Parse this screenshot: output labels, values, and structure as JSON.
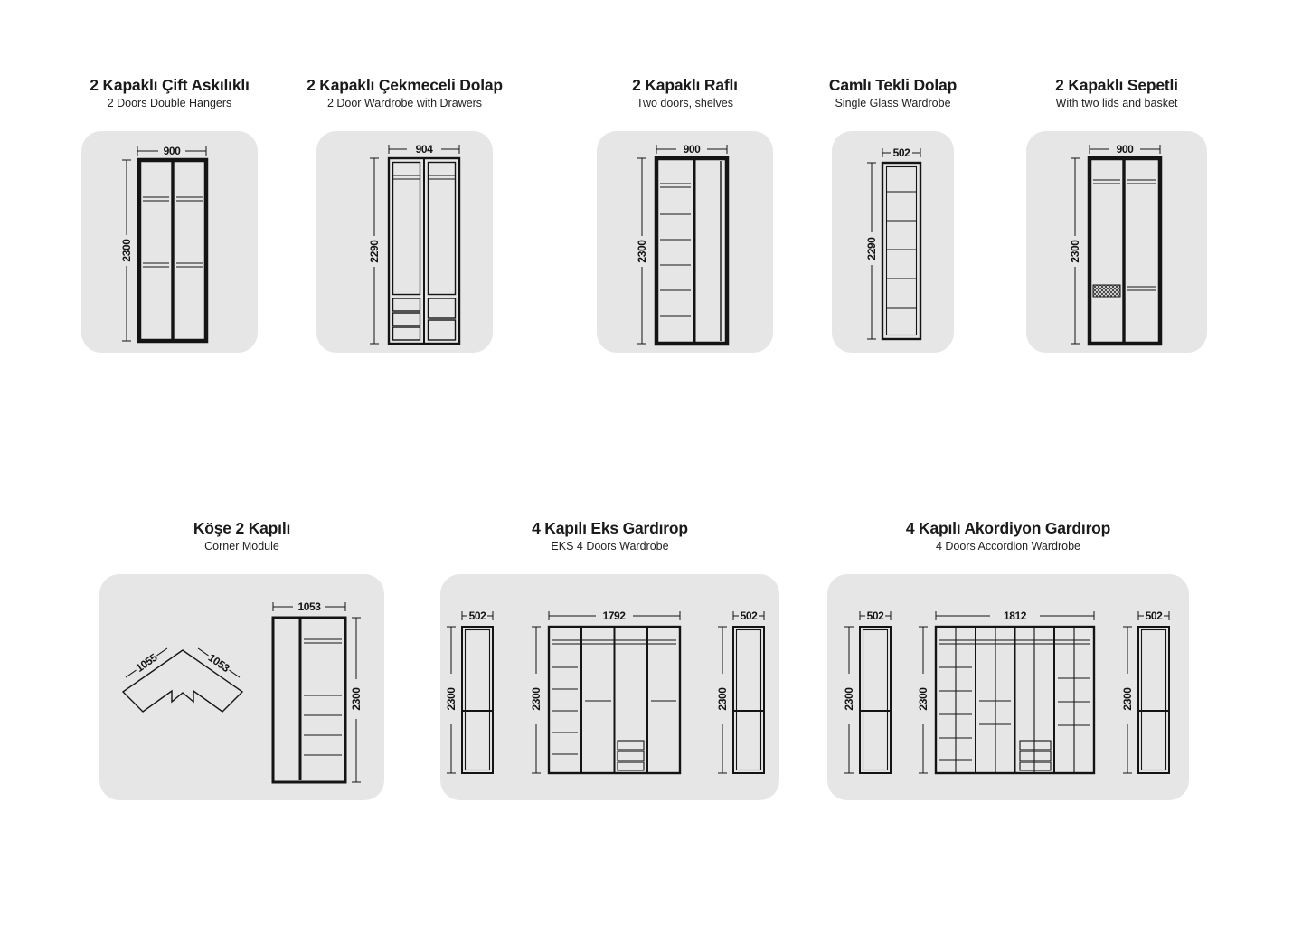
{
  "theme": {
    "background": "#ffffff",
    "card_background": "#e6e6e6",
    "line_color": "#141414",
    "title_color": "#1a1a1a"
  },
  "modules": [
    {
      "id": "double-hanger",
      "title": "2 Kapaklı Çift Askılıklı",
      "subtitle": "2 Doors Double Hangers",
      "dims": {
        "width": "900",
        "height": "2300"
      }
    },
    {
      "id": "drawer-wardrobe",
      "title": "2 Kapaklı Çekmeceli Dolap",
      "subtitle": "2 Door Wardrobe with Drawers",
      "dims": {
        "width": "904",
        "height": "2290"
      }
    },
    {
      "id": "shelf-wardrobe",
      "title": "2 Kapaklı Raflı",
      "subtitle": "Two doors, shelves",
      "dims": {
        "width": "900",
        "height": "2300"
      }
    },
    {
      "id": "glass-single",
      "title": "Camlı Tekli Dolap",
      "subtitle": "Single Glass Wardrobe",
      "dims": {
        "width": "502",
        "height": "2290"
      }
    },
    {
      "id": "basket-wardrobe",
      "title": "2 Kapaklı Sepetli",
      "subtitle": "With two lids and basket",
      "dims": {
        "width": "900",
        "height": "2300"
      }
    },
    {
      "id": "corner-module",
      "title": "Köşe 2 Kapılı",
      "subtitle": "Corner Module",
      "dims": {
        "front_width": "1053",
        "front_height": "2300",
        "plan_left": "1055",
        "plan_right": "1053"
      }
    },
    {
      "id": "eks-4-door",
      "title": "4 Kapılı Eks Gardırop",
      "subtitle": "EKS 4 Doors Wardrobe",
      "dims": {
        "left_width": "502",
        "left_height": "2300",
        "center_width": "1792",
        "center_height": "2300",
        "right_width": "502",
        "right_height": "2300"
      }
    },
    {
      "id": "accordion-4-door",
      "title": "4 Kapılı Akordiyon Gardırop",
      "subtitle": "4 Doors Accordion Wardrobe",
      "dims": {
        "left_width": "502",
        "left_height": "2300",
        "center_width": "1812",
        "center_height": "2300",
        "right_width": "502",
        "right_height": "2300"
      }
    }
  ]
}
